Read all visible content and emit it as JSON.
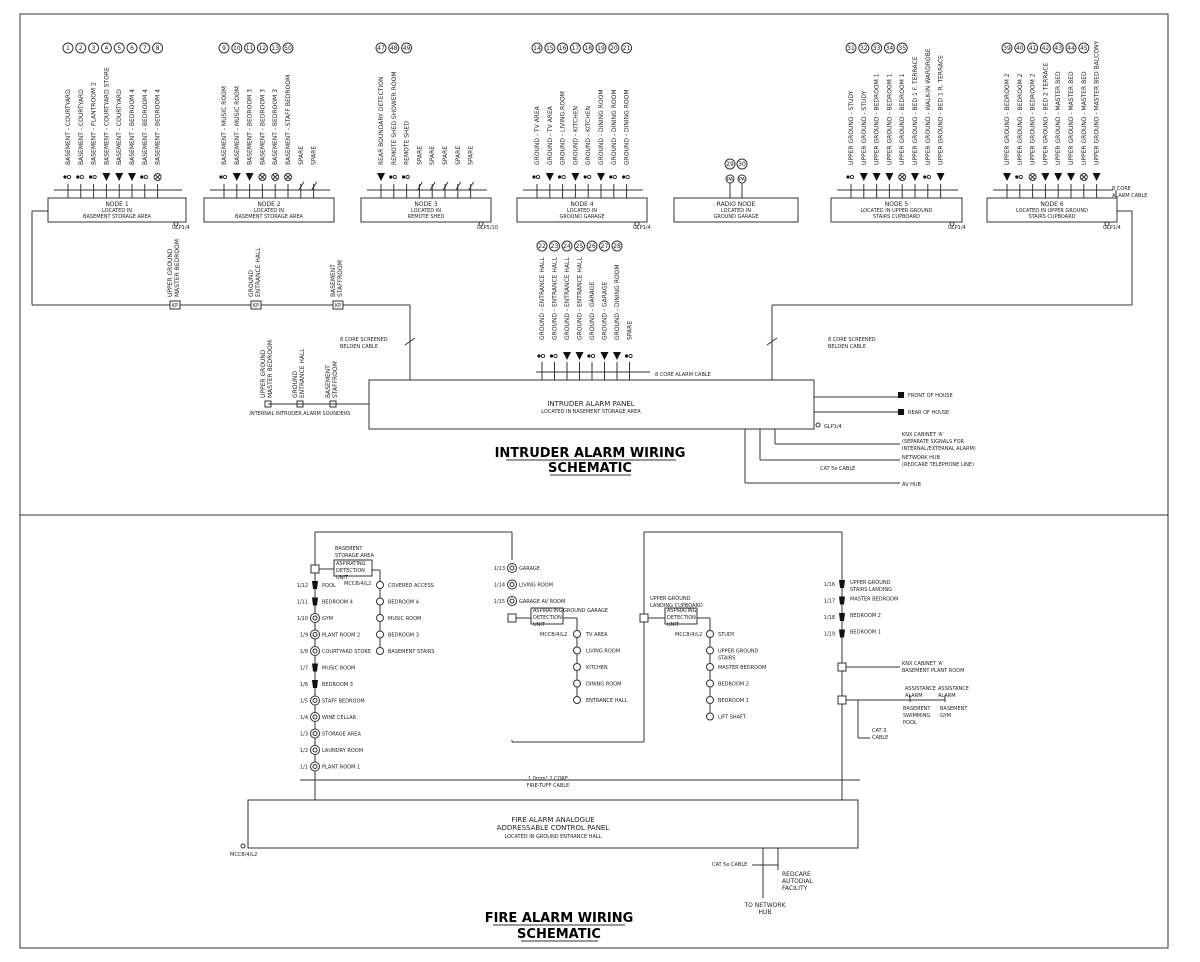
{
  "intruder": {
    "title_line1": "INTRUDER ALARM WIRING",
    "title_line2": "SCHEMATIC",
    "nodes": [
      {
        "name": "NODE 1",
        "loc1": "LOCATED IN",
        "loc2": "BASEMENT STORAGE AREA",
        "ref": "GLP1/4",
        "circles": [
          "1",
          "2",
          "3",
          "4",
          "5",
          "6",
          "7",
          "8"
        ],
        "devices": [
          "BASEMENT - COURTYARD",
          "BASEMENT - COURTYARD",
          "BASEMENT - PLANTROOM 2",
          "BASEMENT - COURTYARD STORE",
          "BASEMENT - COURTYARD",
          "BASEMENT - BEDROOM 4",
          "BASEMENT - BEDROOM 4",
          "BASEMENT - BEDROOM 4"
        ],
        "syms": [
          "dot",
          "dot",
          "dot",
          "pir",
          "pir",
          "pir",
          "dot",
          "x"
        ]
      },
      {
        "name": "NODE 2",
        "loc1": "LOCATED IN",
        "loc2": "BASEMENT STORAGE AREA",
        "ref": "",
        "circles": [
          "9",
          "10",
          "11",
          "12",
          "13",
          "50"
        ],
        "devices": [
          "BASEMENT - MUSIC ROOM",
          "BASEMENT - MUSIC ROOM",
          "BASEMENT - BEDROOM 3",
          "BASEMENT - BEDROOM 3",
          "BASEMENT - BEDROOM 3",
          "BASEMENT - STAFF BEDROOM",
          "SPARE",
          "SPARE"
        ],
        "syms": [
          "dot",
          "pir",
          "pir",
          "x",
          "x",
          "x",
          "",
          ""
        ]
      },
      {
        "name": "NODE 3",
        "loc1": "LOCATED IN",
        "loc2": "REMOTE SHED",
        "ref": "GLP5/10",
        "circles": [
          "47",
          "48",
          "49"
        ],
        "devices": [
          "REAR BOUNDARY DETECTION",
          "REMOTE SHED SHOWER ROOM",
          "REMOTE SHED",
          "SPARE",
          "SPARE",
          "SPARE",
          "SPARE",
          "SPARE"
        ],
        "syms": [
          "pir",
          "dot",
          "dot",
          "",
          "",
          "",
          "",
          ""
        ]
      },
      {
        "name": "NODE 4",
        "loc1": "LOCATED IN",
        "loc2": "GROUND GARAGE",
        "ref": "GLP1/4",
        "circles": [
          "14",
          "15",
          "16",
          "17",
          "18",
          "19",
          "20",
          "21"
        ],
        "devices": [
          "GROUND - TV AREA",
          "GROUND - TV AREA",
          "GROUND - LIVING ROOM",
          "GROUND - KITCHEN",
          "GROUND - KITCHEN",
          "GROUND - DINING ROOM",
          "GROUND - DINING ROOM",
          "GROUND - DINING ROOM"
        ],
        "syms": [
          "dot",
          "pir",
          "dot",
          "pir",
          "dot",
          "pir",
          "dot",
          "dot"
        ]
      },
      {
        "name": "RADIO NODE",
        "loc1": "LOCATED IN",
        "loc2": "GROUND GARAGE",
        "ref": "",
        "circles": [
          "29",
          "30"
        ],
        "pa": [
          "PA",
          "PA"
        ],
        "devices": [],
        "syms": []
      },
      {
        "name": "NODE 5",
        "loc1": "LOCATED IN UPPER GROUND",
        "loc2": "STAIRS CUPBOARD",
        "ref": "GLP1/4",
        "circles": [
          "31",
          "32",
          "33",
          "34",
          "35"
        ],
        "devices": [
          "UPPER GROUND - STUDY",
          "UPPER GROUND - STUDY",
          "UPPER GROUND - BEDROOM 1",
          "UPPER GROUND - BEDROOM 1",
          "UPPER GROUND - BEDROOM 1",
          "UPPER GROUND - BED 1 F. TERRACE",
          "UPPER GROUND - WALK-IN WARDROBE",
          "UPPER GROUND - BED 1 R. TERRACE"
        ],
        "syms": [
          "dot",
          "pir",
          "pir",
          "pir",
          "x",
          "pir",
          "dot",
          "pir"
        ]
      },
      {
        "name": "NODE 6",
        "loc1": "LOCATED IN UPPER GROUND",
        "loc2": "STAIRS CUPBOARD",
        "ref": "GLP1/4",
        "circles": [
          "39",
          "40",
          "41",
          "42",
          "43",
          "44",
          "45"
        ],
        "devices": [
          "UPPER GROUND - BEDROOM 2",
          "UPPER GROUND - BEDROOM 2",
          "UPPER GROUND - BEDROOM 2",
          "UPPER GROUND - BED 2 TERRACE",
          "UPPER GROUND - MASTER BED",
          "UPPER GROUND - MASTER BED",
          "UPPER GROUND - MASTER BED",
          "UPPER GROUND - MASTER BED BALCONY"
        ],
        "syms": [
          "pir",
          "dot",
          "x",
          "pir",
          "pir",
          "pir",
          "x",
          "pir"
        ]
      }
    ],
    "core8_alarm": "8 CORE\nALARM CABLE",
    "panel_devices": {
      "circles": [
        "22",
        "23",
        "24",
        "25",
        "26",
        "27",
        "28"
      ],
      "devices": [
        "GROUND - ENTRANCE HALL",
        "GROUND - ENTRANCE HALL",
        "GROUND - ENTRANCE HALL",
        "GROUND - ENTRANCE HALL",
        "GROUND - GARAGE",
        "GROUND - GARAGE",
        "GROUND - DINING ROOM",
        "SPARE"
      ],
      "syms": [
        "dot",
        "dot",
        "pir",
        "pir",
        "dot",
        "pir",
        "pir",
        "dot"
      ],
      "cable": "8 CORE ALARM CABLE"
    },
    "kp_labels": [
      "UPPER GROUND\nMASTER BEDROOM",
      "GROUND\nENTRANCE HALL",
      "BASEMENT\nSTAFFROOM"
    ],
    "kp_tag": "KP",
    "screened_left": "8 CORE SCREENED\nBELDEN CABLE",
    "screened_right": "8 CORE SCREENED\nBELDEN CABLE",
    "sounders": {
      "labels": [
        "UPPER GROUND\nMASTER BEDROOM",
        "GROUND\nENTRANCE HALL",
        "BASEMENT\nSTAFFROOM"
      ],
      "caption": "INTERNAL INTRUDER ALARM SOUNDERS"
    },
    "panel": {
      "title": "INTRUDER ALARM PANEL",
      "sub": "LOCATED IN BASEMENT STORAGE AREA",
      "ref": "GLP1/4"
    },
    "outputs": {
      "front": "FRONT OF HOUSE",
      "rear": "REAR OF HOUSE",
      "knx": "KNX CABINET 'A'\n(SEPARATE SIGNALS FOR\nINTERNAL/EXTERNAL ALARM)",
      "network": "NETWORK HUB\n(REDCARE TELEPHONE LINE)",
      "cat5": "CAT 5e CABLE",
      "av": "AV HUB"
    }
  },
  "fire": {
    "title_line1": "FIRE ALARM WIRING",
    "title_line2": "SCHEMATIC",
    "left_zones": [
      {
        "zone": "1/12",
        "label": "POOL",
        "sym": "sounder"
      },
      {
        "zone": "1/11",
        "label": "BEDROOM 4",
        "sym": "sounder"
      },
      {
        "zone": "1/10",
        "label": "GYM",
        "sym": "det"
      },
      {
        "zone": "1/9",
        "label": "PLANT ROOM 2",
        "sym": "det"
      },
      {
        "zone": "1/8",
        "label": "COURTYARD STORE",
        "sym": "det"
      },
      {
        "zone": "1/7",
        "label": "MUSIC ROOM",
        "sym": "sounder"
      },
      {
        "zone": "1/6",
        "label": "BEDROOM 3",
        "sym": "sounder"
      },
      {
        "zone": "1/5",
        "label": "STAFF BEDROOM",
        "sym": "det"
      },
      {
        "zone": "1/4",
        "label": "WINE CELLAR",
        "sym": "det"
      },
      {
        "zone": "1/3",
        "label": "STORAGE AREA",
        "sym": "det"
      },
      {
        "zone": "1/2",
        "label": "LAUNDRY ROOM",
        "sym": "det"
      },
      {
        "zone": "1/1",
        "label": "PLANT ROOM 1",
        "sym": "det"
      }
    ],
    "asp1": {
      "area": "BASEMENT\nSTORAGE AREA",
      "unit": "ASPIRATING\nDETECTION\nUNIT",
      "mcc": "MCCB/4/L2",
      "items": [
        "COVERED ACCESS",
        "BEDROOM 4",
        "MUSIC ROOM",
        "BEDROOM 3",
        "BASEMENT STAIRS"
      ]
    },
    "mid_zones": [
      {
        "zone": "1/13",
        "label": "GARAGE"
      },
      {
        "zone": "1/14",
        "label": "LIVING ROOM"
      },
      {
        "zone": "1/15",
        "label": "GARAGE AV ROOM"
      }
    ],
    "asp2": {
      "area": "GROUND GARAGE",
      "unit": "ASPIRATING\nDETECTION\nUNIT",
      "mcc": "MCCB/4/L2",
      "items": [
        "TV AREA",
        "LIVING ROOM",
        "KITCHEN",
        "DINING ROOM",
        "ENTRANCE HALL"
      ]
    },
    "asp3": {
      "area": "UPPER GROUND\nLANDING CUPBOARD",
      "unit": "ASPIRATING\nDETECTION\nUNIT",
      "mcc": "MCCB/4/L2",
      "items": [
        "STUDY",
        "UPPER GROUND\nSTAIRS",
        "MASTER BEDROOM",
        "BEDROOM 2",
        "BEDROOM 1",
        "LIFT SHAFT"
      ]
    },
    "right_zones": [
      {
        "zone": "1/16",
        "label": "UPPER GROUND\nSTAIRS LANDING"
      },
      {
        "zone": "1/17",
        "label": "MASTER BEDROOM"
      },
      {
        "zone": "1/18",
        "label": "BEDROOM 2"
      },
      {
        "zone": "1/19",
        "label": "BEDROOM 1"
      }
    ],
    "knx": "KNX CABINET 'A'\nBASEMENT PLANT ROOM",
    "assist": [
      "ASSISTANCE\nALARM",
      "ASSISTANCE\nALARM"
    ],
    "assist_loc": [
      "BASEMENT\nSWIMMING\nPOOL",
      "BASEMENT\nGYM"
    ],
    "cat3": "CAT 3\nCABLE",
    "ring_cable": "1.0mm² 2 CORE\nFIRE-TUFF CABLE",
    "panel": {
      "line1": "FIRE ALARM ANALOGUE",
      "line2": "ADDRESSABLE CONTROL PANEL",
      "sub": "LOCATED IN GROUND ENTRANCE HALL",
      "mcc": "MCCB/4/L2"
    },
    "cat5": "CAT 5e CABLE",
    "redcare": "REDCARE\nAUTODIAL\nFACILITY",
    "bt": "TO NETWORK\nHUB"
  }
}
